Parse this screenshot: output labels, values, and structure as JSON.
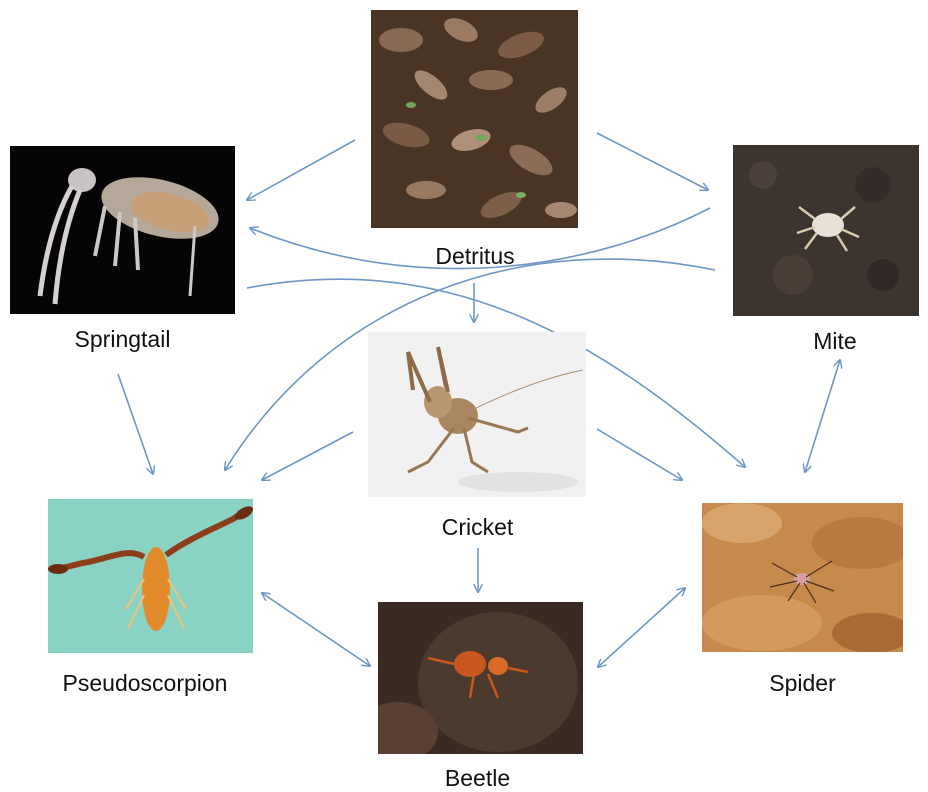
{
  "colors": {
    "arrow": "#6f97c6",
    "label": "#111111",
    "background": "#ffffff"
  },
  "nodes": {
    "detritus": {
      "label": "Detritus"
    },
    "springtail": {
      "label": "Springtail"
    },
    "mite": {
      "label": "Mite"
    },
    "cricket": {
      "label": "Cricket"
    },
    "pseudoscorpion": {
      "label": "Pseudoscorpion"
    },
    "spider": {
      "label": "Spider"
    },
    "beetle": {
      "label": "Beetle"
    }
  },
  "edges": [
    {
      "from": "detritus",
      "to": "springtail",
      "direction": "forward"
    },
    {
      "from": "detritus",
      "to": "mite",
      "direction": "forward"
    },
    {
      "from": "detritus",
      "to": "cricket",
      "direction": "forward"
    },
    {
      "from": "mite",
      "to": "springtail",
      "direction": "forward"
    },
    {
      "from": "springtail",
      "to": "spider",
      "direction": "forward"
    },
    {
      "from": "mite",
      "to": "pseudoscorpion",
      "direction": "forward"
    },
    {
      "from": "springtail",
      "to": "pseudoscorpion",
      "direction": "forward"
    },
    {
      "from": "cricket",
      "to": "pseudoscorpion",
      "direction": "forward"
    },
    {
      "from": "cricket",
      "to": "spider",
      "direction": "forward"
    },
    {
      "from": "cricket",
      "to": "beetle",
      "direction": "forward"
    },
    {
      "from": "spider",
      "to": "mite",
      "direction": "both"
    },
    {
      "from": "pseudoscorpion",
      "to": "beetle",
      "direction": "both"
    },
    {
      "from": "spider",
      "to": "beetle",
      "direction": "both"
    }
  ]
}
